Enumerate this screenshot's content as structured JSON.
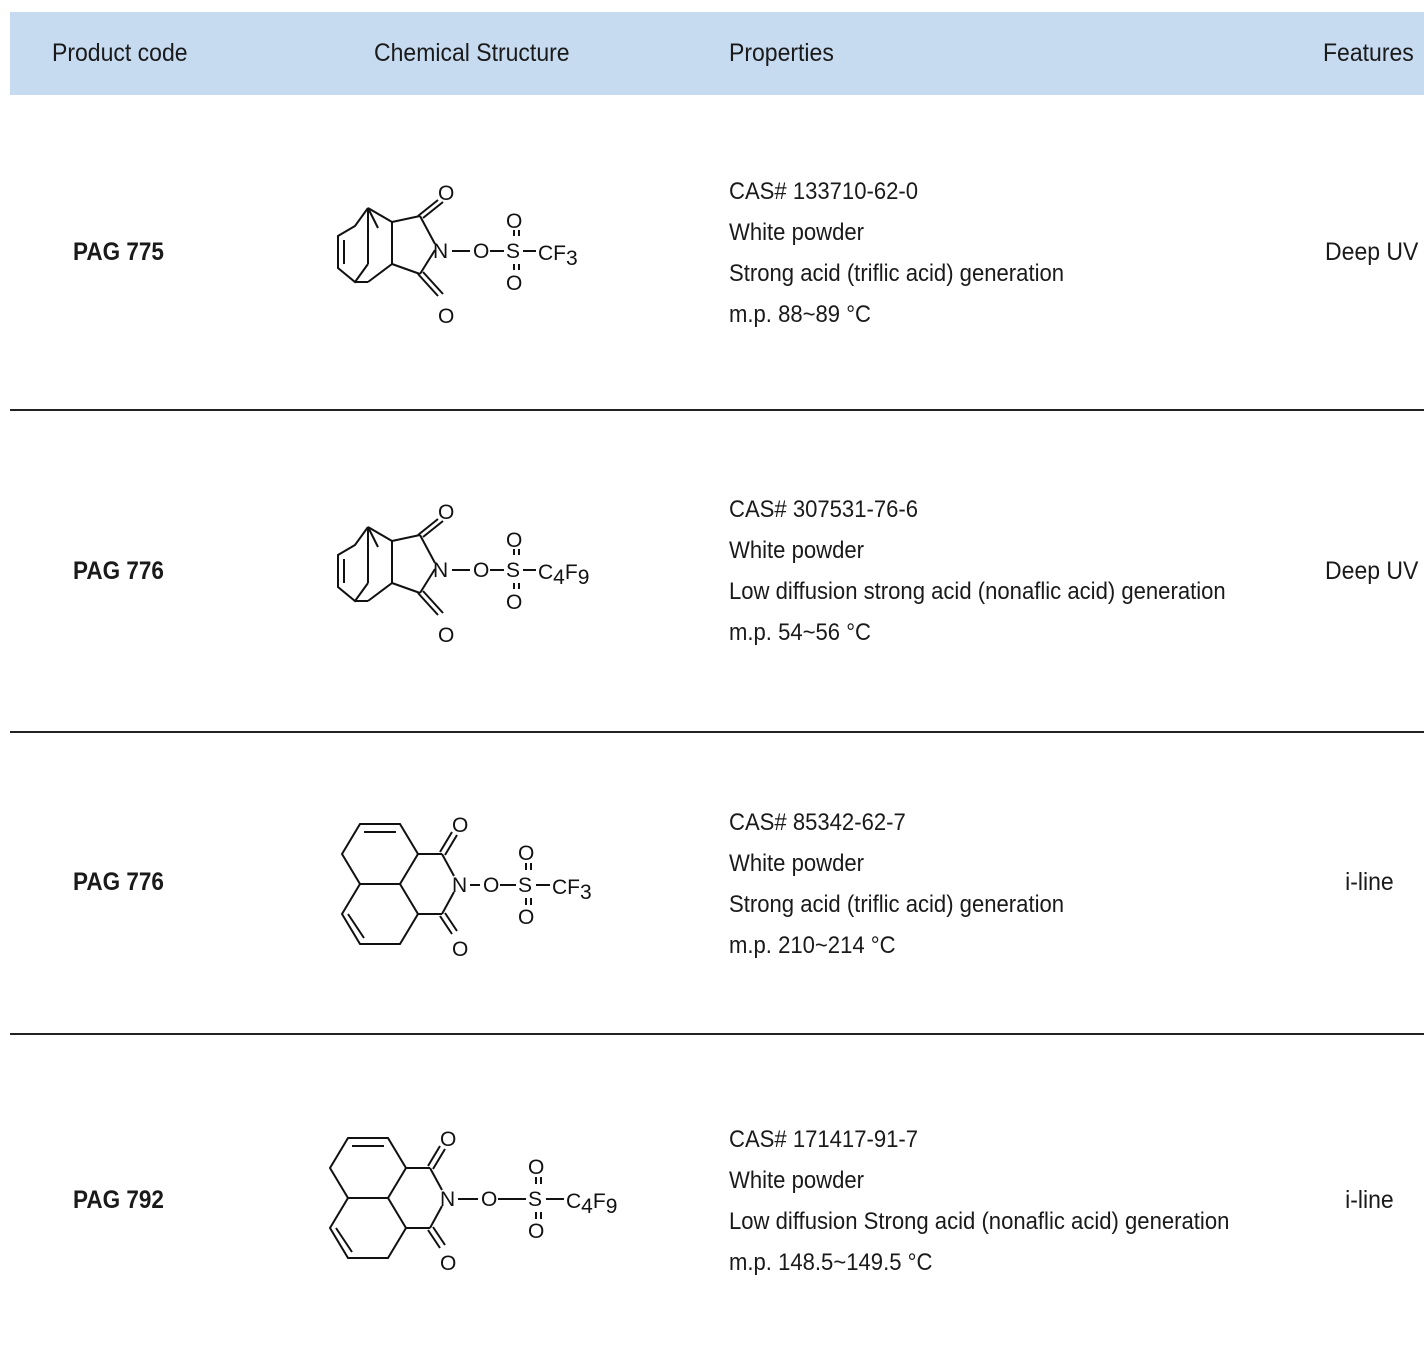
{
  "header": {
    "product_code": "Product code",
    "chemical_structure": "Chemical Structure",
    "properties": "Properties",
    "features": "Features"
  },
  "rows": [
    {
      "code": "PAG 775",
      "structure": {
        "ring": "norbornene",
        "substituent": "CF3"
      },
      "properties": [
        "CAS# 133710-62-0",
        "White powder",
        "Strong acid (triflic acid) generation",
        "m.p. 88~89 °C"
      ],
      "feature": "Deep UV"
    },
    {
      "code": "PAG 776",
      "structure": {
        "ring": "norbornene",
        "substituent": "C4F9"
      },
      "properties": [
        "CAS# 307531-76-6",
        "White powder",
        "Low diffusion strong acid (nonaflic acid) generation",
        "m.p. 54~56 °C"
      ],
      "feature": "Deep UV"
    },
    {
      "code": "PAG 776",
      "structure": {
        "ring": "naphthalimide",
        "substituent": "CF3"
      },
      "properties": [
        "CAS# 85342-62-7",
        "White powder",
        "Strong acid (triflic acid) generation",
        "m.p. 210~214 °C"
      ],
      "feature": "i-line"
    },
    {
      "code": "PAG 792",
      "structure": {
        "ring": "naphthalimide",
        "substituent": "C4F9"
      },
      "properties": [
        "CAS# 171417-91-7",
        "White powder",
        "Low diffusion Strong acid (nonaflic acid) generation",
        "m.p. 148.5~149.5 °C"
      ],
      "feature": "i-line"
    }
  ],
  "atoms": {
    "O": "O",
    "N": "N",
    "S": "S",
    "C": "C",
    "F": "F",
    "sub3": "3",
    "sub4": "4",
    "sub9": "9"
  }
}
